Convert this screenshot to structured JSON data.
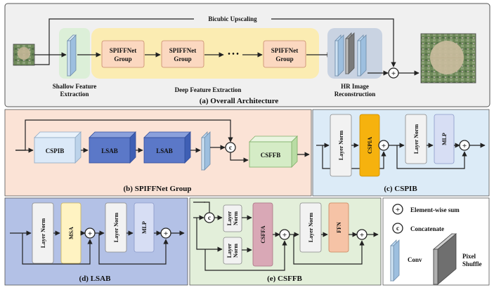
{
  "colors": {
    "overall_bg": "#f0f0f0",
    "shallow_bg": "#dcefd8",
    "deep_bg": "#fbecb2",
    "recon_bg": "#c9d3e2",
    "group_panel_bg": "#fbe3d6",
    "cspib_panel_bg": "#dcebf7",
    "lsab_panel_bg": "#b3c1e6",
    "csffb_panel_bg": "#e3efda",
    "legend_bg": "#ffffff",
    "spiffnet_block": "#fbd8c0",
    "cspib_block": "#dbe9f8",
    "lsab_block": "#5b78c8",
    "csffb_block": "#d5ecc6",
    "layer_norm": "#f2f2f2",
    "cspia": "#f6b20e",
    "msa": "#fff3c2",
    "mlp": "#d7def4",
    "csffa": "#d9a8b6",
    "ffn": "#f6c3a6",
    "conv": "#b9d6ef",
    "pixel_shuffle": "#9a9a9a"
  },
  "icons": {
    "input_image": "aerial-image-lr",
    "output_image": "aerial-image-hr",
    "sum": "element-wise-sum-icon",
    "concat": "concatenate-icon",
    "conv": "conv-layer-icon",
    "pixel_shuffle": "pixel-shuffle-icon"
  },
  "overall": {
    "caption": "(a) Overall Architecture",
    "upscale_label": "Bicubic Upscaling",
    "shallow_label_1": "Shallow Feature",
    "shallow_label_2": "Extraction",
    "deep_label": "Deep Feature Extraction",
    "recon_label_1": "HR Image",
    "recon_label_2": "Reconstruction",
    "group_label_1": "SPIFFNet",
    "group_label_2": "Group",
    "ellipsis": "• • •"
  },
  "group": {
    "caption": "(b) SPIFFNet Group",
    "cspib": "CSPIB",
    "lsab_1": "LSAB",
    "lsab_2": "LSAB",
    "csffb": "CSFFB",
    "concat_symbol": "c"
  },
  "cspib": {
    "caption": "(c) CSPIB",
    "norm_1": "Layer Norm",
    "cspia": "CSPIA",
    "norm_2": "Layer Norm",
    "mlp": "MLP",
    "sum_symbol": "+"
  },
  "lsab": {
    "caption": "(d) LSAB",
    "norm_1": "Layer Norm",
    "msa": "MSA",
    "norm_2": "Layer Norm",
    "mlp": "MLP"
  },
  "csffb": {
    "caption": "(e) CSFFB",
    "norm_a_1": "Layer",
    "norm_a_2": "Norm",
    "norm_b_1": "Layer",
    "norm_b_2": "Norm",
    "csffa": "CSFFA",
    "norm_c": "Layer Norm",
    "ffn": "FFN"
  },
  "legend": {
    "sum_label": "Element-wise sum",
    "concat_label": "Concatenate",
    "conv_label": "Conv",
    "pixel_label_1": "Pixel",
    "pixel_label_2": "Shuffle"
  }
}
